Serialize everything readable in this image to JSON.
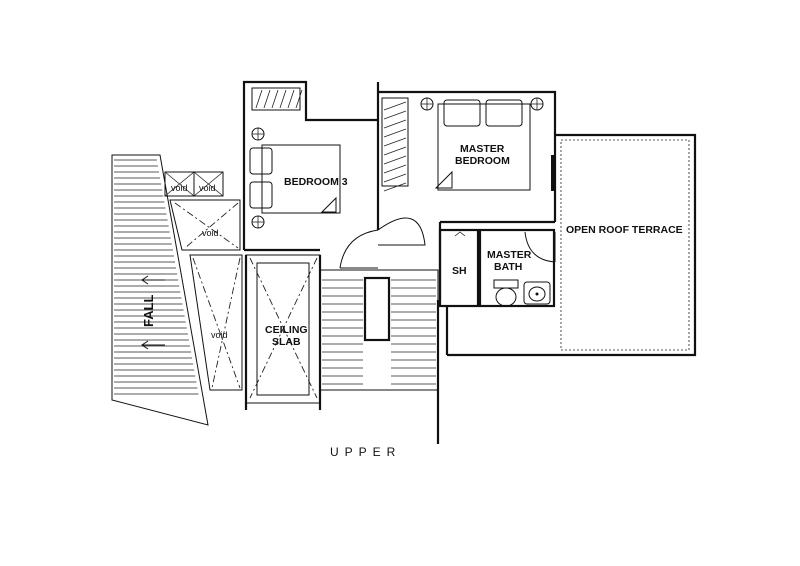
{
  "plan": {
    "caption": "UPPER",
    "rooms": {
      "bedroom3": "BEDROOM 3",
      "master_bedroom_line1": "MASTER",
      "master_bedroom_line2": "BEDROOM",
      "open_roof_terrace": "OPEN ROOF TERRACE",
      "shower": "SH",
      "master_bath_line1": "MASTER",
      "master_bath_line2": "BATH",
      "ceiling_slab_line1": "CEILING",
      "ceiling_slab_line2": "SLAB",
      "void": "void"
    },
    "roof_marker": "FALL"
  }
}
